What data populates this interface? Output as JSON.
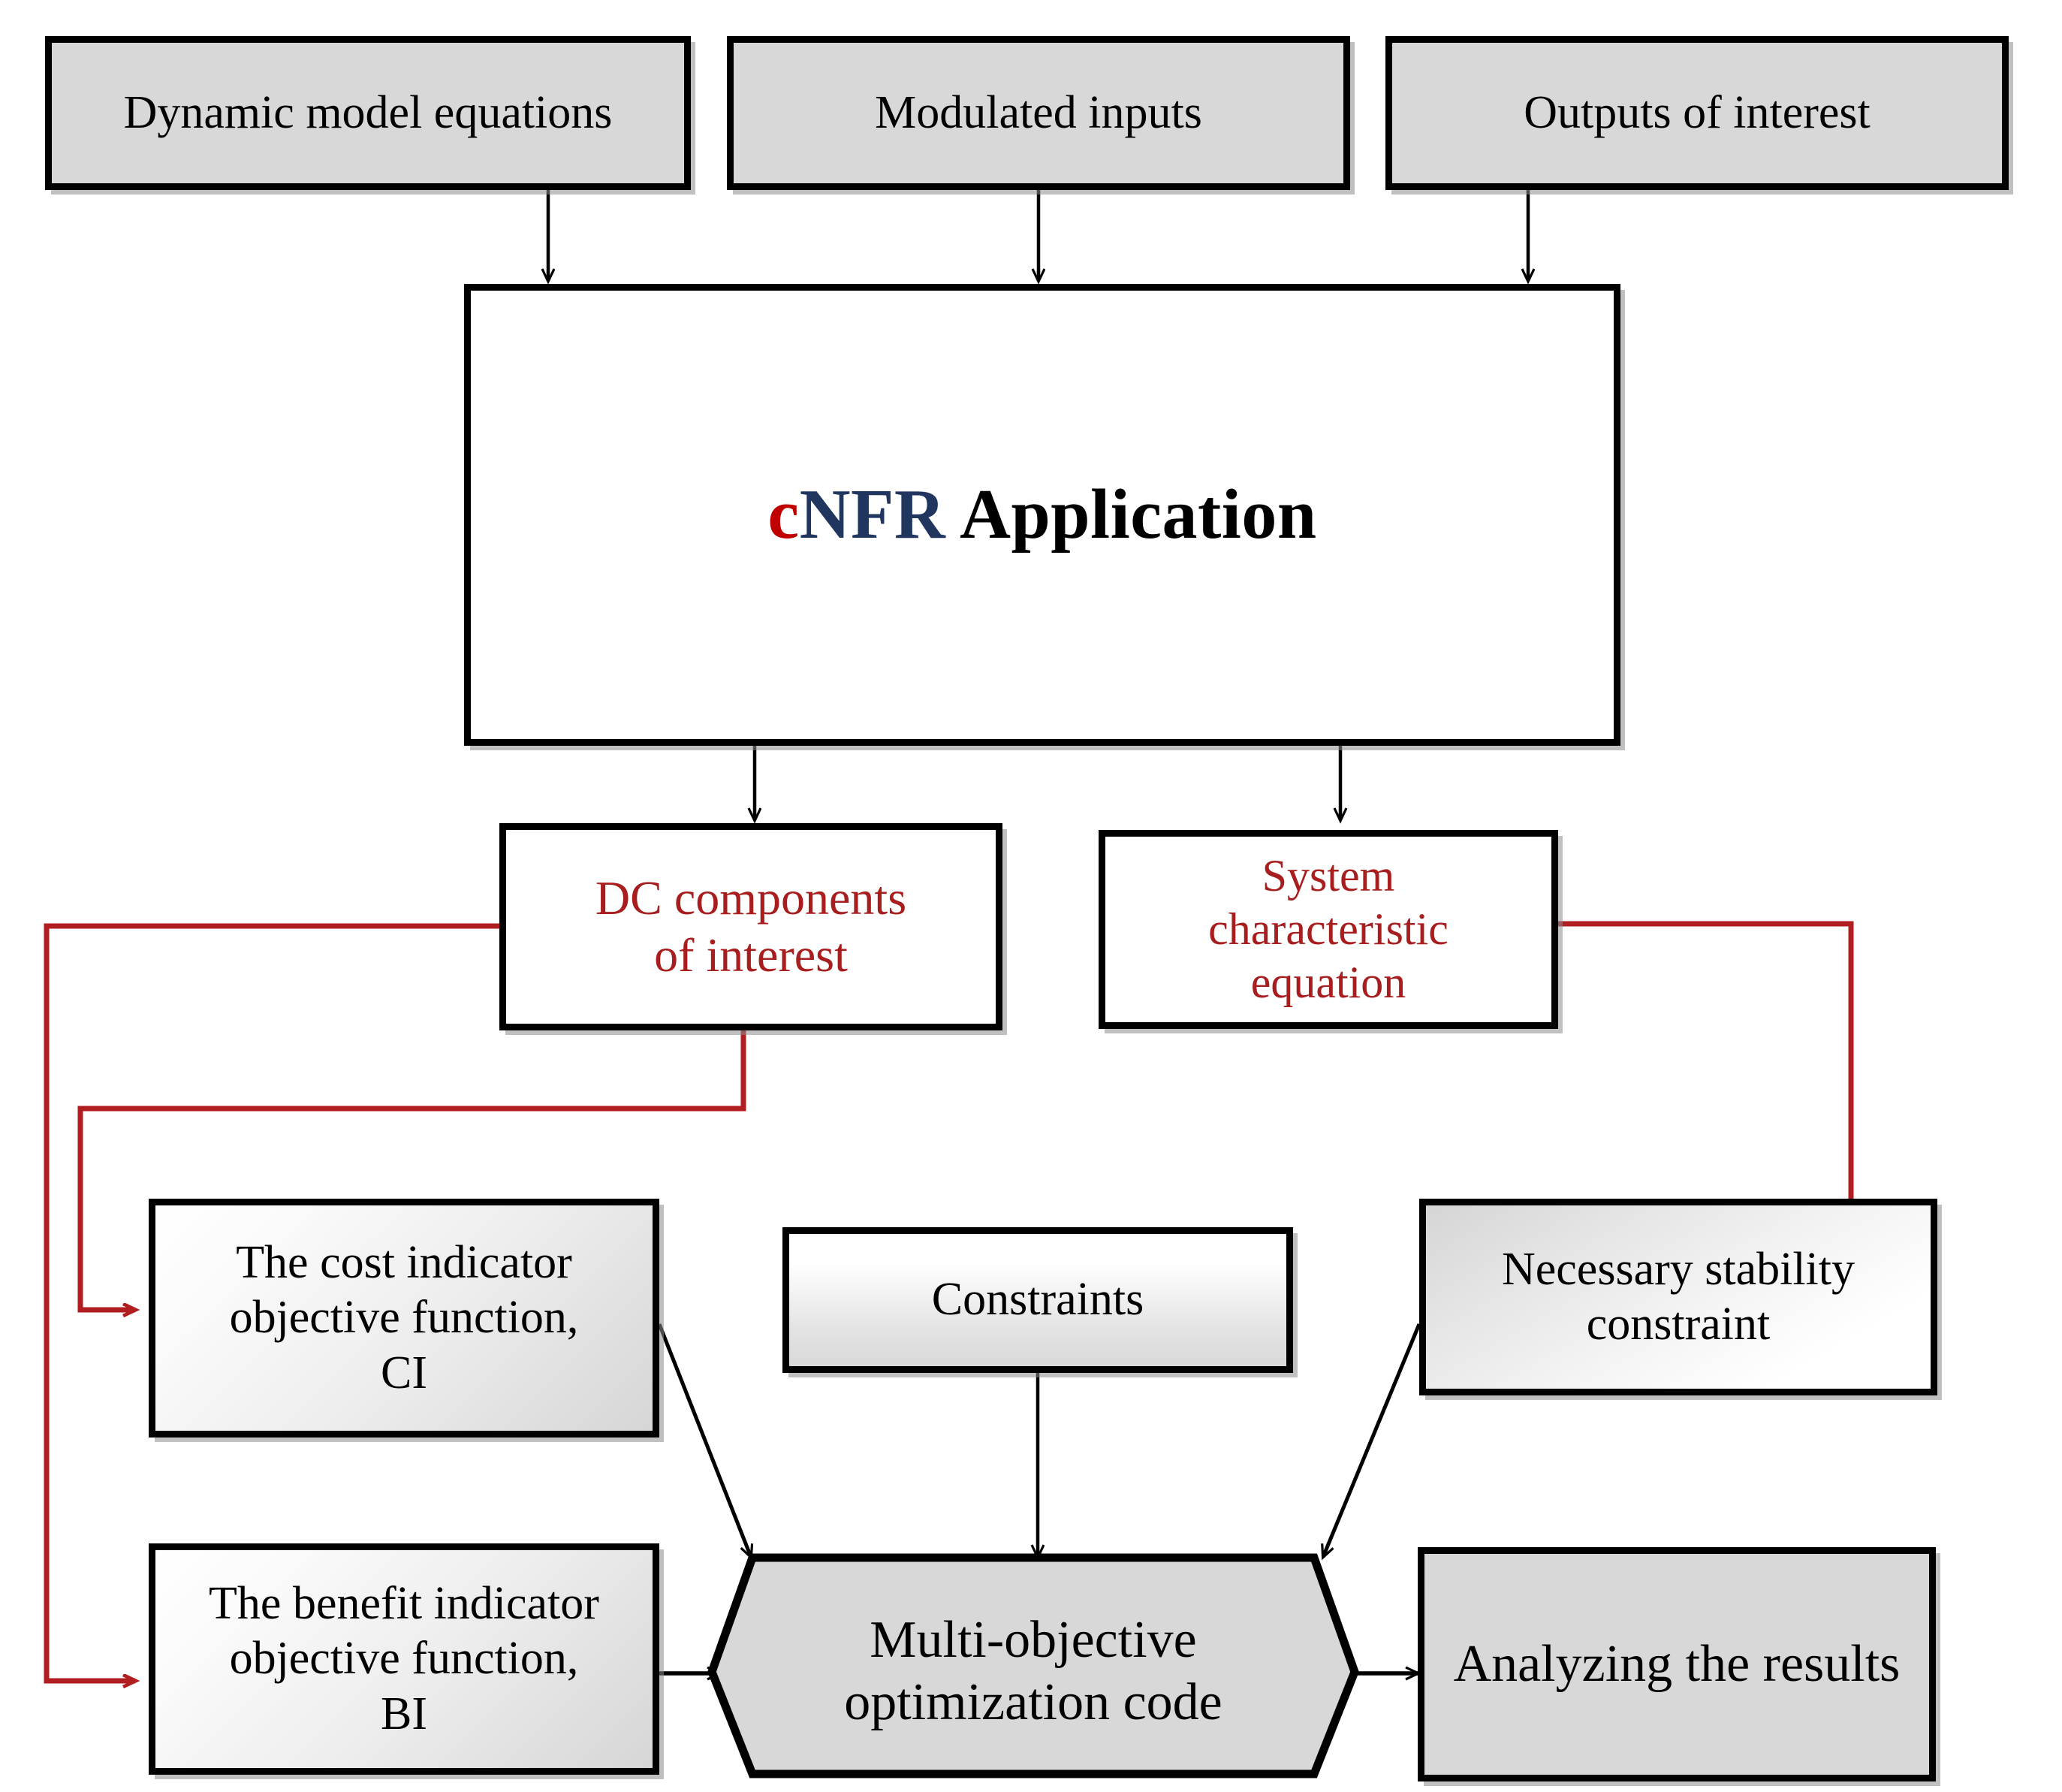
{
  "diagram": {
    "type": "flowchart",
    "title_text": "cNFR Application",
    "colors": {
      "accent_red": "#C00000",
      "accent_navy": "#21365F",
      "label_red": "#A81D1D",
      "box_gray": "#D8D8D8",
      "border_black": "#000000",
      "wire_red": "#B01E22",
      "wire_black": "#000000"
    },
    "nodes": {
      "dynamic_model_equations": {
        "label": "Dynamic model equations"
      },
      "modulated_inputs": {
        "label": "Modulated inputs"
      },
      "outputs_of_interest": {
        "label": "Outputs of interest"
      },
      "cnfr_application": {
        "part_c": "c",
        "part_nfr": "NFR",
        "part_application": " Application"
      },
      "dc_components": {
        "line1": "DC components",
        "line2": "of interest"
      },
      "system_characteristic_equation": {
        "line1": "System",
        "line2": "characteristic",
        "line3": "equation"
      },
      "cost_indicator": {
        "line1": "The cost indicator",
        "line2": "objective function,",
        "line3": "CI"
      },
      "constraints": {
        "label": "Constraints"
      },
      "necessary_stability_constraint": {
        "line1": "Necessary stability",
        "line2": "constraint"
      },
      "benefit_indicator": {
        "line1": "The benefit indicator",
        "line2": "objective function,",
        "line3": "BI"
      },
      "multi_objective_optimization_code": {
        "line1": "Multi-objective",
        "line2": "optimization code"
      },
      "analyzing_the_results": {
        "label": "Analyzing the results"
      }
    },
    "edges": [
      {
        "from": "dynamic_model_equations",
        "to": "cnfr_application",
        "color": "black",
        "style": "arrow-down"
      },
      {
        "from": "modulated_inputs",
        "to": "cnfr_application",
        "color": "black",
        "style": "arrow-down"
      },
      {
        "from": "outputs_of_interest",
        "to": "cnfr_application",
        "color": "black",
        "style": "arrow-down"
      },
      {
        "from": "cnfr_application",
        "to": "dc_components",
        "color": "black",
        "style": "arrow-down"
      },
      {
        "from": "cnfr_application",
        "to": "system_characteristic_equation",
        "color": "black",
        "style": "arrow-down"
      },
      {
        "from": "dc_components",
        "to": "benefit_indicator",
        "color": "red",
        "style": "orthogonal-arrow"
      },
      {
        "from": "dc_components",
        "to": "cost_indicator",
        "color": "red",
        "style": "orthogonal-arrow"
      },
      {
        "from": "system_characteristic_equation",
        "to": "necessary_stability_constraint",
        "color": "red",
        "style": "orthogonal-arrow"
      },
      {
        "from": "cost_indicator",
        "to": "multi_objective_optimization_code",
        "color": "black",
        "style": "diagonal-arrow"
      },
      {
        "from": "constraints",
        "to": "multi_objective_optimization_code",
        "color": "black",
        "style": "arrow-down"
      },
      {
        "from": "necessary_stability_constraint",
        "to": "multi_objective_optimization_code",
        "color": "black",
        "style": "diagonal-arrow"
      },
      {
        "from": "benefit_indicator",
        "to": "multi_objective_optimization_code",
        "color": "black",
        "style": "arrow-right"
      },
      {
        "from": "multi_objective_optimization_code",
        "to": "analyzing_the_results",
        "color": "black",
        "style": "arrow-right"
      }
    ]
  }
}
